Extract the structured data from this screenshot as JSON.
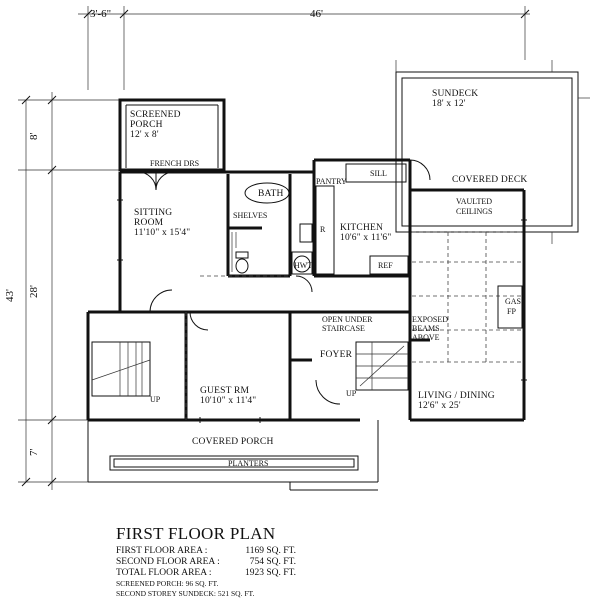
{
  "dimensions": {
    "left_ext": "3'-6\"",
    "width": "46'",
    "d8": "8'",
    "d28": "28'",
    "d43": "43'",
    "d7": "7'"
  },
  "rooms": {
    "screened_porch": {
      "name": "SCREENED",
      "name2": "PORCH",
      "size": "12' x 8'"
    },
    "french_drs": "FRENCH DRS",
    "sitting_room": {
      "name": "SITTING",
      "name2": "ROOM",
      "size": "11'10\" x 15'4\""
    },
    "bath": "BATH",
    "shelves": "SHELVES",
    "pantry": "PANTRY",
    "sill": "SILL",
    "kitchen": {
      "name": "KITCHEN",
      "size": "10'6\" x 11'6\""
    },
    "r": "R",
    "hwt": "HWT",
    "ref": "REF",
    "sundeck": {
      "name": "SUNDECK",
      "size": "18' x 12'"
    },
    "covered_deck": "COVERED DECK",
    "vaulted": {
      "l1": "VAULTED",
      "l2": "CEILINGS"
    },
    "gas_fp": {
      "l1": "GAS",
      "l2": "FP"
    },
    "open_under": {
      "l1": "OPEN UNDER",
      "l2": "STAIRCASE"
    },
    "exposed": {
      "l1": "EXPOSED",
      "l2": "BEAMS",
      "l3": "ABOVE"
    },
    "foyer": "FOYER",
    "guest_rm": {
      "name": "GUEST RM",
      "size": "10'10\" x 11'4\""
    },
    "living": {
      "name": "LIVING / DINING",
      "size": "12'6\" x 25'"
    },
    "up_left": "UP",
    "up_foyer": "UP",
    "covered_porch": "COVERED PORCH",
    "planters": "PLANTERS"
  },
  "title": "FIRST FLOOR PLAN",
  "areas": [
    {
      "label": "FIRST FLOOR AREA :",
      "value": "1169 SQ. FT."
    },
    {
      "label": "SECOND FLOOR AREA :",
      "value": "754 SQ. FT."
    },
    {
      "label": "TOTAL FLOOR AREA :",
      "value": "1923 SQ. FT."
    }
  ],
  "footnotes": [
    "SCREENED PORCH: 96 SQ. FT.",
    "SECOND STOREY SUNDECK: 521 SQ. FT."
  ]
}
